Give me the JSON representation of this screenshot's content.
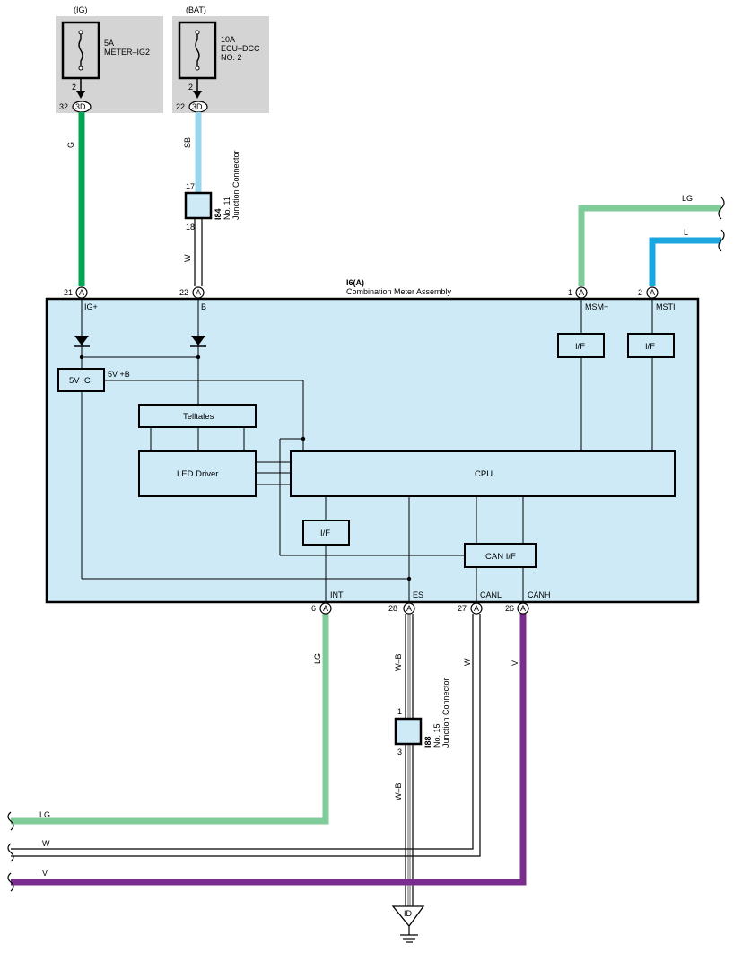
{
  "fuses": {
    "ig": {
      "source": "(IG)",
      "rating": "5A",
      "name": "METER–IG2",
      "pin": "2",
      "connector": "3D",
      "connector_pin": "32"
    },
    "bat": {
      "source": "(BAT)",
      "rating": "10A",
      "name": "ECU–DCC",
      "name2": "NO. 2",
      "pin": "2",
      "connector": "3D",
      "connector_pin": "22"
    }
  },
  "wires": {
    "g": "G",
    "sb": "SB",
    "w_top": "W",
    "lg_right": "LG",
    "l_right": "L",
    "lg_int": "LG",
    "wb_top": "W–B",
    "w_canl": "W",
    "v_canh": "V",
    "wb_bottom": "W–B",
    "lg_bottom": "LG",
    "w_bottom": "W",
    "v_bottom": "V"
  },
  "junction_i84": {
    "id": "I84",
    "name": "No. 11",
    "type": "Junction Connector",
    "pin_top": "17",
    "pin_bottom": "18"
  },
  "junction_i88": {
    "id": "I88",
    "name": "No. 15",
    "type": "Junction Connector",
    "pin_top": "1",
    "pin_bottom": "3"
  },
  "meter": {
    "id": "I6(A)",
    "name": "Combination Meter Assembly",
    "connector": "A",
    "pins": {
      "ig": {
        "num": "21",
        "label": "IG+"
      },
      "b": {
        "num": "22",
        "label": "B"
      },
      "msm": {
        "num": "1",
        "label": "MSM+"
      },
      "msti": {
        "num": "2",
        "label": "MSTI"
      },
      "int": {
        "num": "6",
        "label": "INT"
      },
      "es": {
        "num": "28",
        "label": "ES"
      },
      "canl": {
        "num": "27",
        "label": "CANL"
      },
      "canh": {
        "num": "26",
        "label": "CANH"
      }
    },
    "blocks": {
      "ic": "5V IC",
      "ic_out": "5V +B",
      "telltales": "Telltales",
      "led": "LED Driver",
      "cpu": "CPU",
      "if_int": "I/F",
      "can_if": "CAN I/F",
      "if_msm": "I/F",
      "if_msti": "I/F"
    }
  },
  "ground": {
    "label": "ID"
  },
  "colors": {
    "green": "#00a651",
    "sky_blue": "#9ad5ee",
    "light_green": "#7fcc9a",
    "blue": "#1aa7e0",
    "purple": "#7a2d8c",
    "meter_fill": "#cdeaf6",
    "fuse_panel": "#d4d4d4"
  }
}
